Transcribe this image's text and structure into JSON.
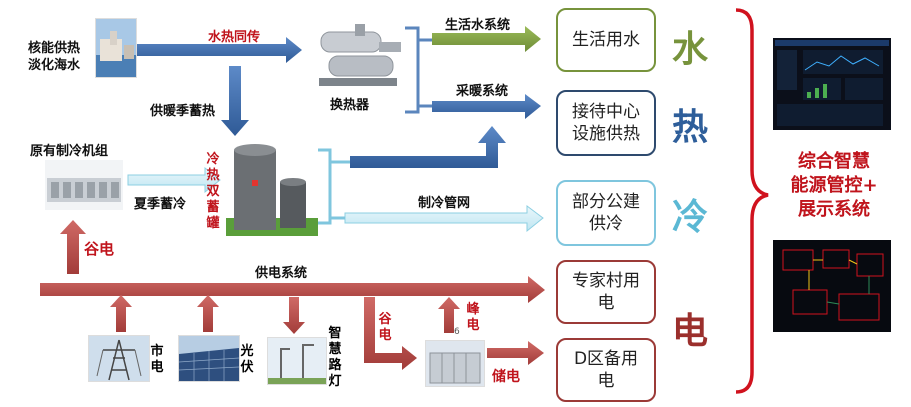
{
  "sources": {
    "nuclear_label": "核能供热\n淡化海水",
    "cooling_unit_label": "原有制冷机组",
    "heat_exchanger_label": "换热器",
    "storage_tank_label": "冷热双蓄罐",
    "grid_label": "市电",
    "pv_label": "光伏",
    "streetlight_label": "智慧路灯"
  },
  "flows": {
    "water_heat": "水热同传",
    "winter_storage": "供暖季蓄热",
    "summer_storage": "夏季蓄冷",
    "valley_power_left": "谷电",
    "domestic_water": "生活水系统",
    "heating": "采暖系统",
    "cooling_network": "制冷管网",
    "power_supply": "供电系统",
    "valley_power_right": "谷电",
    "peak_power": "峰电",
    "storage_power": "储电",
    "small_number": "6"
  },
  "outputs": {
    "domestic_water": "生活用水",
    "reception_heat": "接待中心\n设施供热",
    "public_cooling": "部分公建\n供冷",
    "expert_village": "专家村用\n电",
    "zone_d_backup": "D区备用\n电"
  },
  "categories": {
    "water": "水",
    "heat": "热",
    "cold": "冷",
    "electricity": "电"
  },
  "system": {
    "label": "综合智慧\n能源管控+\n展示系统"
  },
  "colors": {
    "green": "#77933c",
    "blue": "#2e5e9a",
    "cyan": "#5bb8d4",
    "red": "#b94a48"
  }
}
